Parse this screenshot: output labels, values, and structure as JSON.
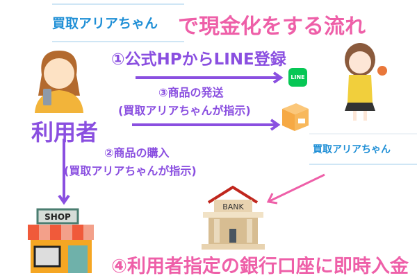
{
  "header": {
    "brand": "買取アリアちゃん",
    "title": "で現金化をする流れ"
  },
  "steps": {
    "step1": "①公式HPからLINE登録",
    "step3_title": "③商品の発送",
    "step3_note": "(買取アリアちゃんが指示)",
    "step2_title": "②商品の購入",
    "step2_note": "(買取アリアちゃんが指示)",
    "step4": "④利用者指定の銀行口座に即時入金"
  },
  "actors": {
    "user": "利用者",
    "service": "買取アリアちゃん"
  },
  "icons": {
    "line": "LINE",
    "bank": "BANK",
    "shop": "SHOP"
  },
  "colors": {
    "purple": "#8a4fe0",
    "pink": "#ee5fa8",
    "blue": "#1f8fd6",
    "line_green": "#06c755"
  }
}
